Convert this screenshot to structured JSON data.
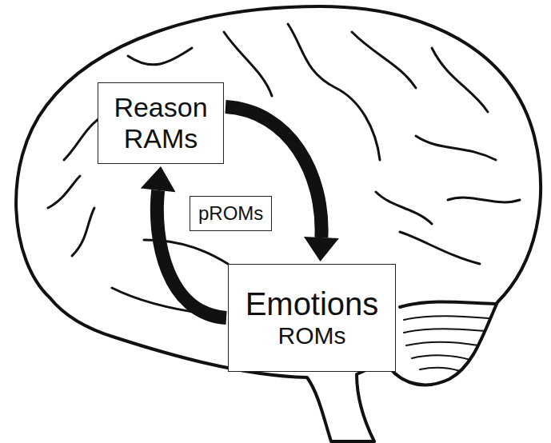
{
  "diagram": {
    "nodes": [
      {
        "text": [
          "Reason",
          "RAMs"
        ]
      },
      {
        "text": [
          "pROMs"
        ]
      },
      {
        "text": [
          "Emotions",
          "ROMs"
        ]
      }
    ],
    "edges": [
      {
        "from": 0,
        "to": 2,
        "arrow": "to"
      },
      {
        "from": 2,
        "to": 0,
        "arrow": "to"
      }
    ]
  }
}
